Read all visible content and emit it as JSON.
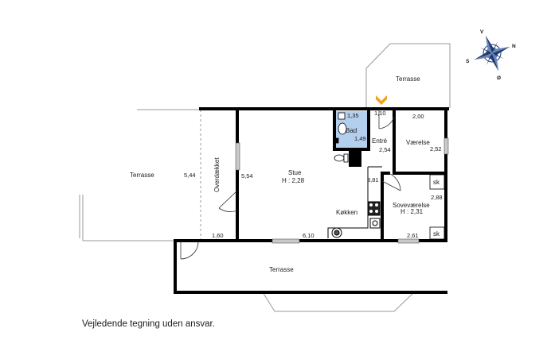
{
  "colors": {
    "wall": "#000000",
    "thin_line": "#9a9a9a",
    "bath_fill": "#b4cfee",
    "window": "#c9c9c9",
    "entry_arrow": "#f0a21a",
    "compass_blue": "#1e3a72"
  },
  "rooms": {
    "terrace_west": "Terrasse",
    "terrace_north": "Terrasse",
    "terrace_south": "Terrasse",
    "covered": "Overdækket",
    "living": "Stue",
    "living_height": "H : 2,28",
    "bath": "Bad",
    "entry": "Entré",
    "room": "Værelse",
    "bedroom": "Soveværelse",
    "bedroom_height": "H : 2,31",
    "kitchen": "Køkken",
    "closet_1": "sk",
    "closet_2": "sk"
  },
  "dimensions": {
    "terrace_west_depth": "5,44",
    "covered_width": "1,60",
    "living_depth": "5,54",
    "living_width": "6,10",
    "kitchen_width": "3,81",
    "bath_width": "1,35",
    "bath_depth": "1,49",
    "entry_width": "1,10",
    "entry_depth": "2,54",
    "room_width": "2,00",
    "room_depth": "2,52",
    "bedroom_depth": "2,88",
    "bedroom_width": "2,61"
  },
  "compass": {
    "n": "N",
    "s": "S",
    "v": "V",
    "o": "Ø"
  },
  "caption": "Vejledende tegning uden ansvar."
}
